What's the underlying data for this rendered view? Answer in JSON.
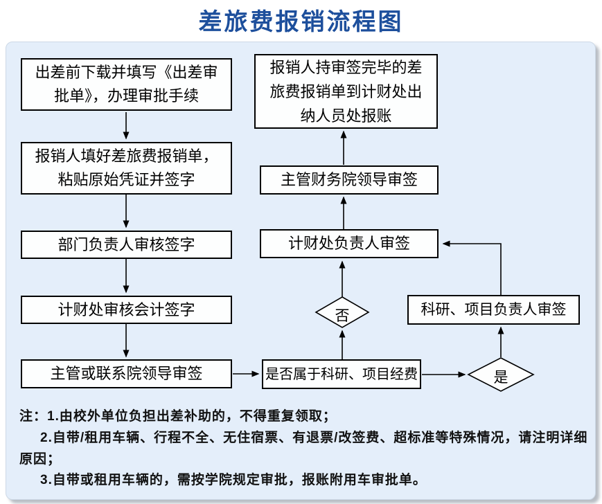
{
  "title": "差旅费报销流程图",
  "flow": {
    "steps_left": [
      {
        "label": "出差前下载并填写《出差审批单》，办理审批手续"
      },
      {
        "label": "报销人填好差旅费报销单，粘贴原始凭证并签字"
      },
      {
        "label": "部门负责人审核签字"
      },
      {
        "label": "计财处审核会计签字"
      },
      {
        "label": "主管或联系院领导审签"
      }
    ],
    "question": {
      "label": "是否属于科研、项目经费"
    },
    "decision_no": {
      "label": "否"
    },
    "decision_yes": {
      "label": "是"
    },
    "steps_right": [
      {
        "label": "科研、项目负责人审签"
      },
      {
        "label": "计财处负责人审签"
      },
      {
        "label": "主管财务院领导审签"
      },
      {
        "label": "报销人持审签完毕的差旅费报销单到计财处出纳人员处报账"
      }
    ]
  },
  "notes": {
    "lines": [
      "注：1.由校外单位负担出差补助的，不得重复领取；",
      "2.自带/租用车辆、行程不全、无住宿票、有退票/改签费、超标准等特殊情况，请注明详细",
      "原因；",
      "3.自带或租用车辆的，需按学院规定审批，报账附用车审批单。"
    ]
  },
  "colors": {
    "title": "#1d4f9c",
    "panel_bg": "#e4eefa",
    "box_bg": "#fdfefe",
    "line": "#000000"
  }
}
